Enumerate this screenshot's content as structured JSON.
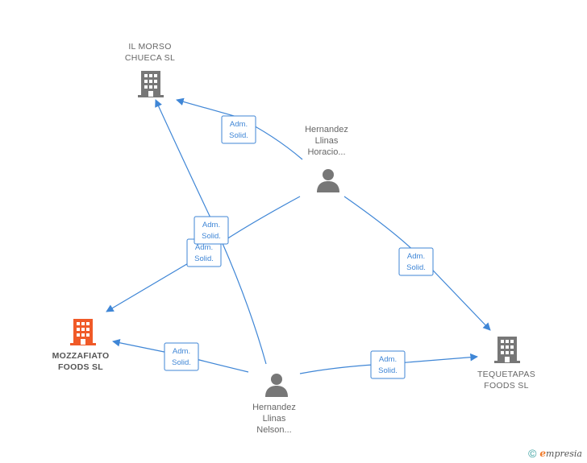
{
  "nodes": {
    "il_morso": {
      "name": "IL MORSO\nCHUECA  SL",
      "type": "company",
      "color": "#777777"
    },
    "mozzafiato": {
      "name": "MOZZAFIATO\nFOODS  SL",
      "type": "company",
      "color": "#f05a28"
    },
    "tequetapas": {
      "name": "TEQUETAPAS\nFOODS  SL",
      "type": "company",
      "color": "#777777"
    },
    "horacio": {
      "name": "Hernandez\nLlinas\nHoracio...",
      "type": "person",
      "color": "#777777"
    },
    "nelson": {
      "name": "Hernandez\nLlinas\nNelson...",
      "type": "person",
      "color": "#777777"
    }
  },
  "edges": [
    {
      "from": "horacio",
      "to": "il_morso",
      "label": "Adm.\nSolid."
    },
    {
      "from": "horacio",
      "to": "mozzafiato",
      "label": "Adm.\nSolid."
    },
    {
      "from": "horacio",
      "to": "tequetapas",
      "label": "Adm.\nSolid."
    },
    {
      "from": "nelson",
      "to": "il_morso",
      "label": "Adm.\nSolid."
    },
    {
      "from": "nelson",
      "to": "mozzafiato",
      "label": "Adm.\nSolid."
    },
    {
      "from": "nelson",
      "to": "tequetapas",
      "label": "Adm.\nSolid."
    }
  ],
  "colors": {
    "edge": "#3f86d6"
  },
  "footer": {
    "copyright": "©",
    "brand_initial": "e",
    "brand_rest": "mpresia"
  }
}
